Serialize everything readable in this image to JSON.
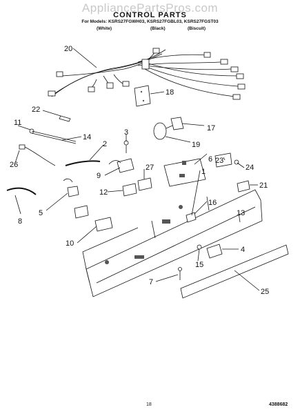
{
  "watermark": "AppliancePartsPros.com",
  "header": {
    "title": "CONTROL PARTS",
    "models_line": "For Models: KSRS27FGWH03, KSRS27FGBL03, KSRS27FGST03",
    "variants": [
      "(White)",
      "(Black)",
      "(Biscuit)"
    ]
  },
  "callouts": [
    "1",
    "2",
    "3",
    "4",
    "5",
    "6",
    "7",
    "8",
    "9",
    "10",
    "11",
    "12",
    "13",
    "14",
    "15",
    "16",
    "17",
    "18",
    "19",
    "20",
    "21",
    "22",
    "23",
    "24",
    "25",
    "26",
    "27"
  ],
  "footer": {
    "page_number": "18",
    "document_number": "4388682"
  }
}
